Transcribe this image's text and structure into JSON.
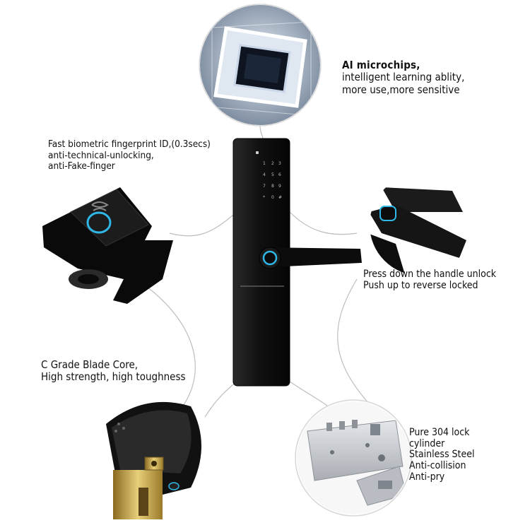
{
  "features": {
    "ai": {
      "title": "AI microchips,",
      "line1": "intelligent learning ablity,",
      "line2": "more use,more sensitive"
    },
    "fingerprint": {
      "line1": "Fast biometric fingerprint ID,(0.3secs)",
      "line2": "anti-technical-unlocking,",
      "line3": "anti-Fake-finger"
    },
    "handle": {
      "line1": "Press down the handle unlock",
      "line2": "Push up to reverse locked"
    },
    "blade": {
      "line1": "C Grade Blade Core,",
      "line2": "High strength, high toughness"
    },
    "cylinder": {
      "line1": "Pure 304 lock",
      "line2": "cylinder",
      "line3": "Stainless Steel",
      "line4": "Anti-collision",
      "line5": "Anti-pry"
    }
  },
  "colors": {
    "lock_body": "#141414",
    "accent_ring": "#2fb7e8",
    "connector_line": "#bdbdbd",
    "steel": "#c9ccd1",
    "brass": "#c9a445"
  },
  "icons": {
    "keypad": "numeric-keypad-icon",
    "fingerprint": "fingerprint-sensor-icon"
  }
}
